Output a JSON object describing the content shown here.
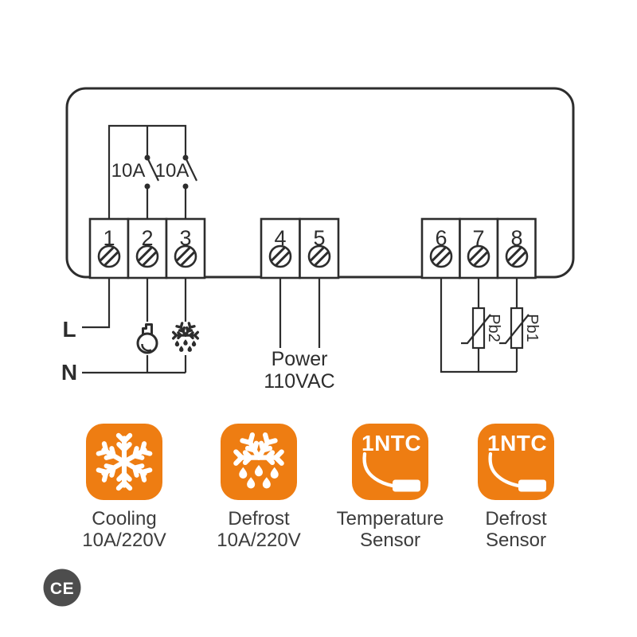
{
  "diagram": {
    "relay_ratings": [
      "10A",
      "10A"
    ],
    "terminals": [
      "1",
      "2",
      "3",
      "4",
      "5",
      "6",
      "7",
      "8"
    ],
    "live_label": "L",
    "neutral_label": "N",
    "power_label_line1": "Power",
    "power_label_line2": "110VAC",
    "probe1_label": "Pb1",
    "probe2_label": "Pb2",
    "output_icons": [
      "compressor-icon",
      "defrost-heater-icon"
    ],
    "sensor_symbol": "ntc-thermistor"
  },
  "legend": {
    "items": [
      {
        "icon": "snowflake-icon",
        "badge": "",
        "line1": "Cooling",
        "line2": "10A/220V"
      },
      {
        "icon": "defrost-drops-icon",
        "badge": "",
        "line1": "Defrost",
        "line2": "10A/220V"
      },
      {
        "icon": "ntc-probe-icon",
        "badge": "1NTC",
        "line1": "Temperature",
        "line2": "Sensor"
      },
      {
        "icon": "ntc-probe-icon",
        "badge": "1NTC",
        "line1": "Defrost",
        "line2": "Sensor"
      }
    ]
  },
  "certification": {
    "label": "CE"
  },
  "colors": {
    "accent_orange": "#EE7D12",
    "line": "#2D2D2D",
    "text": "#3C3C3C",
    "ce_gray": "#4D4D4D"
  }
}
